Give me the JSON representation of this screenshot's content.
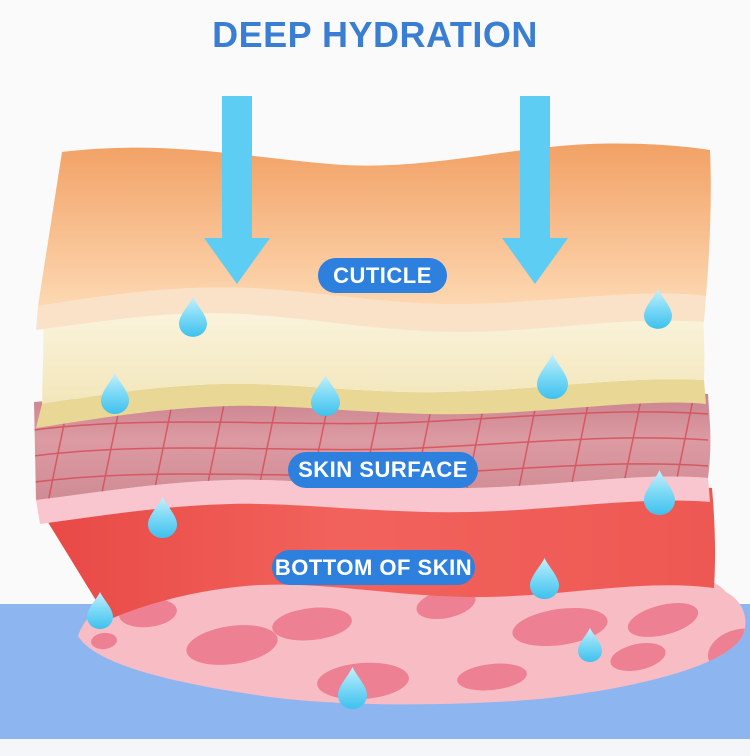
{
  "title": "DEEP HYDRATION",
  "labels": {
    "cuticle": "CUTICLE",
    "skin_surface": "SKIN SURFACE",
    "bottom_of_skin": "BOTTOM OF SKIN"
  },
  "icons": {
    "down_arrow_icon": "⬇",
    "water_droplet_icon": "💧"
  },
  "counts": {
    "down_arrows": 2,
    "water_droplets": 11,
    "skin_layers": 5
  },
  "colors": {
    "background": "#fafafa",
    "title_blue": "#3a7ed3",
    "label_pill_blue": "#2e80df",
    "label_text": "#ffffff",
    "arrow_cyan": "#5dcdf4",
    "droplet_cyan": "#3ec1ee",
    "cuticle_orange_top": "#f2a165",
    "cuticle_orange_bottom": "#fdd8b2",
    "cuticle_lip": "#fae2c9",
    "cream_layer": "#f8f0d2",
    "cream_lip": "#e9d795",
    "skin_surface_mauve": "#dc9aa2",
    "grid_line_red": "#d6444f",
    "skin_surface_lip": "#f9c5cf",
    "bottom_of_skin_coral": "#f1605a",
    "cells_layer_pink": "#f8bcc4",
    "cell_pink": "#ee8093",
    "water_band_blue": "#8db6f0",
    "footer_strip": "#f5f6f9"
  }
}
